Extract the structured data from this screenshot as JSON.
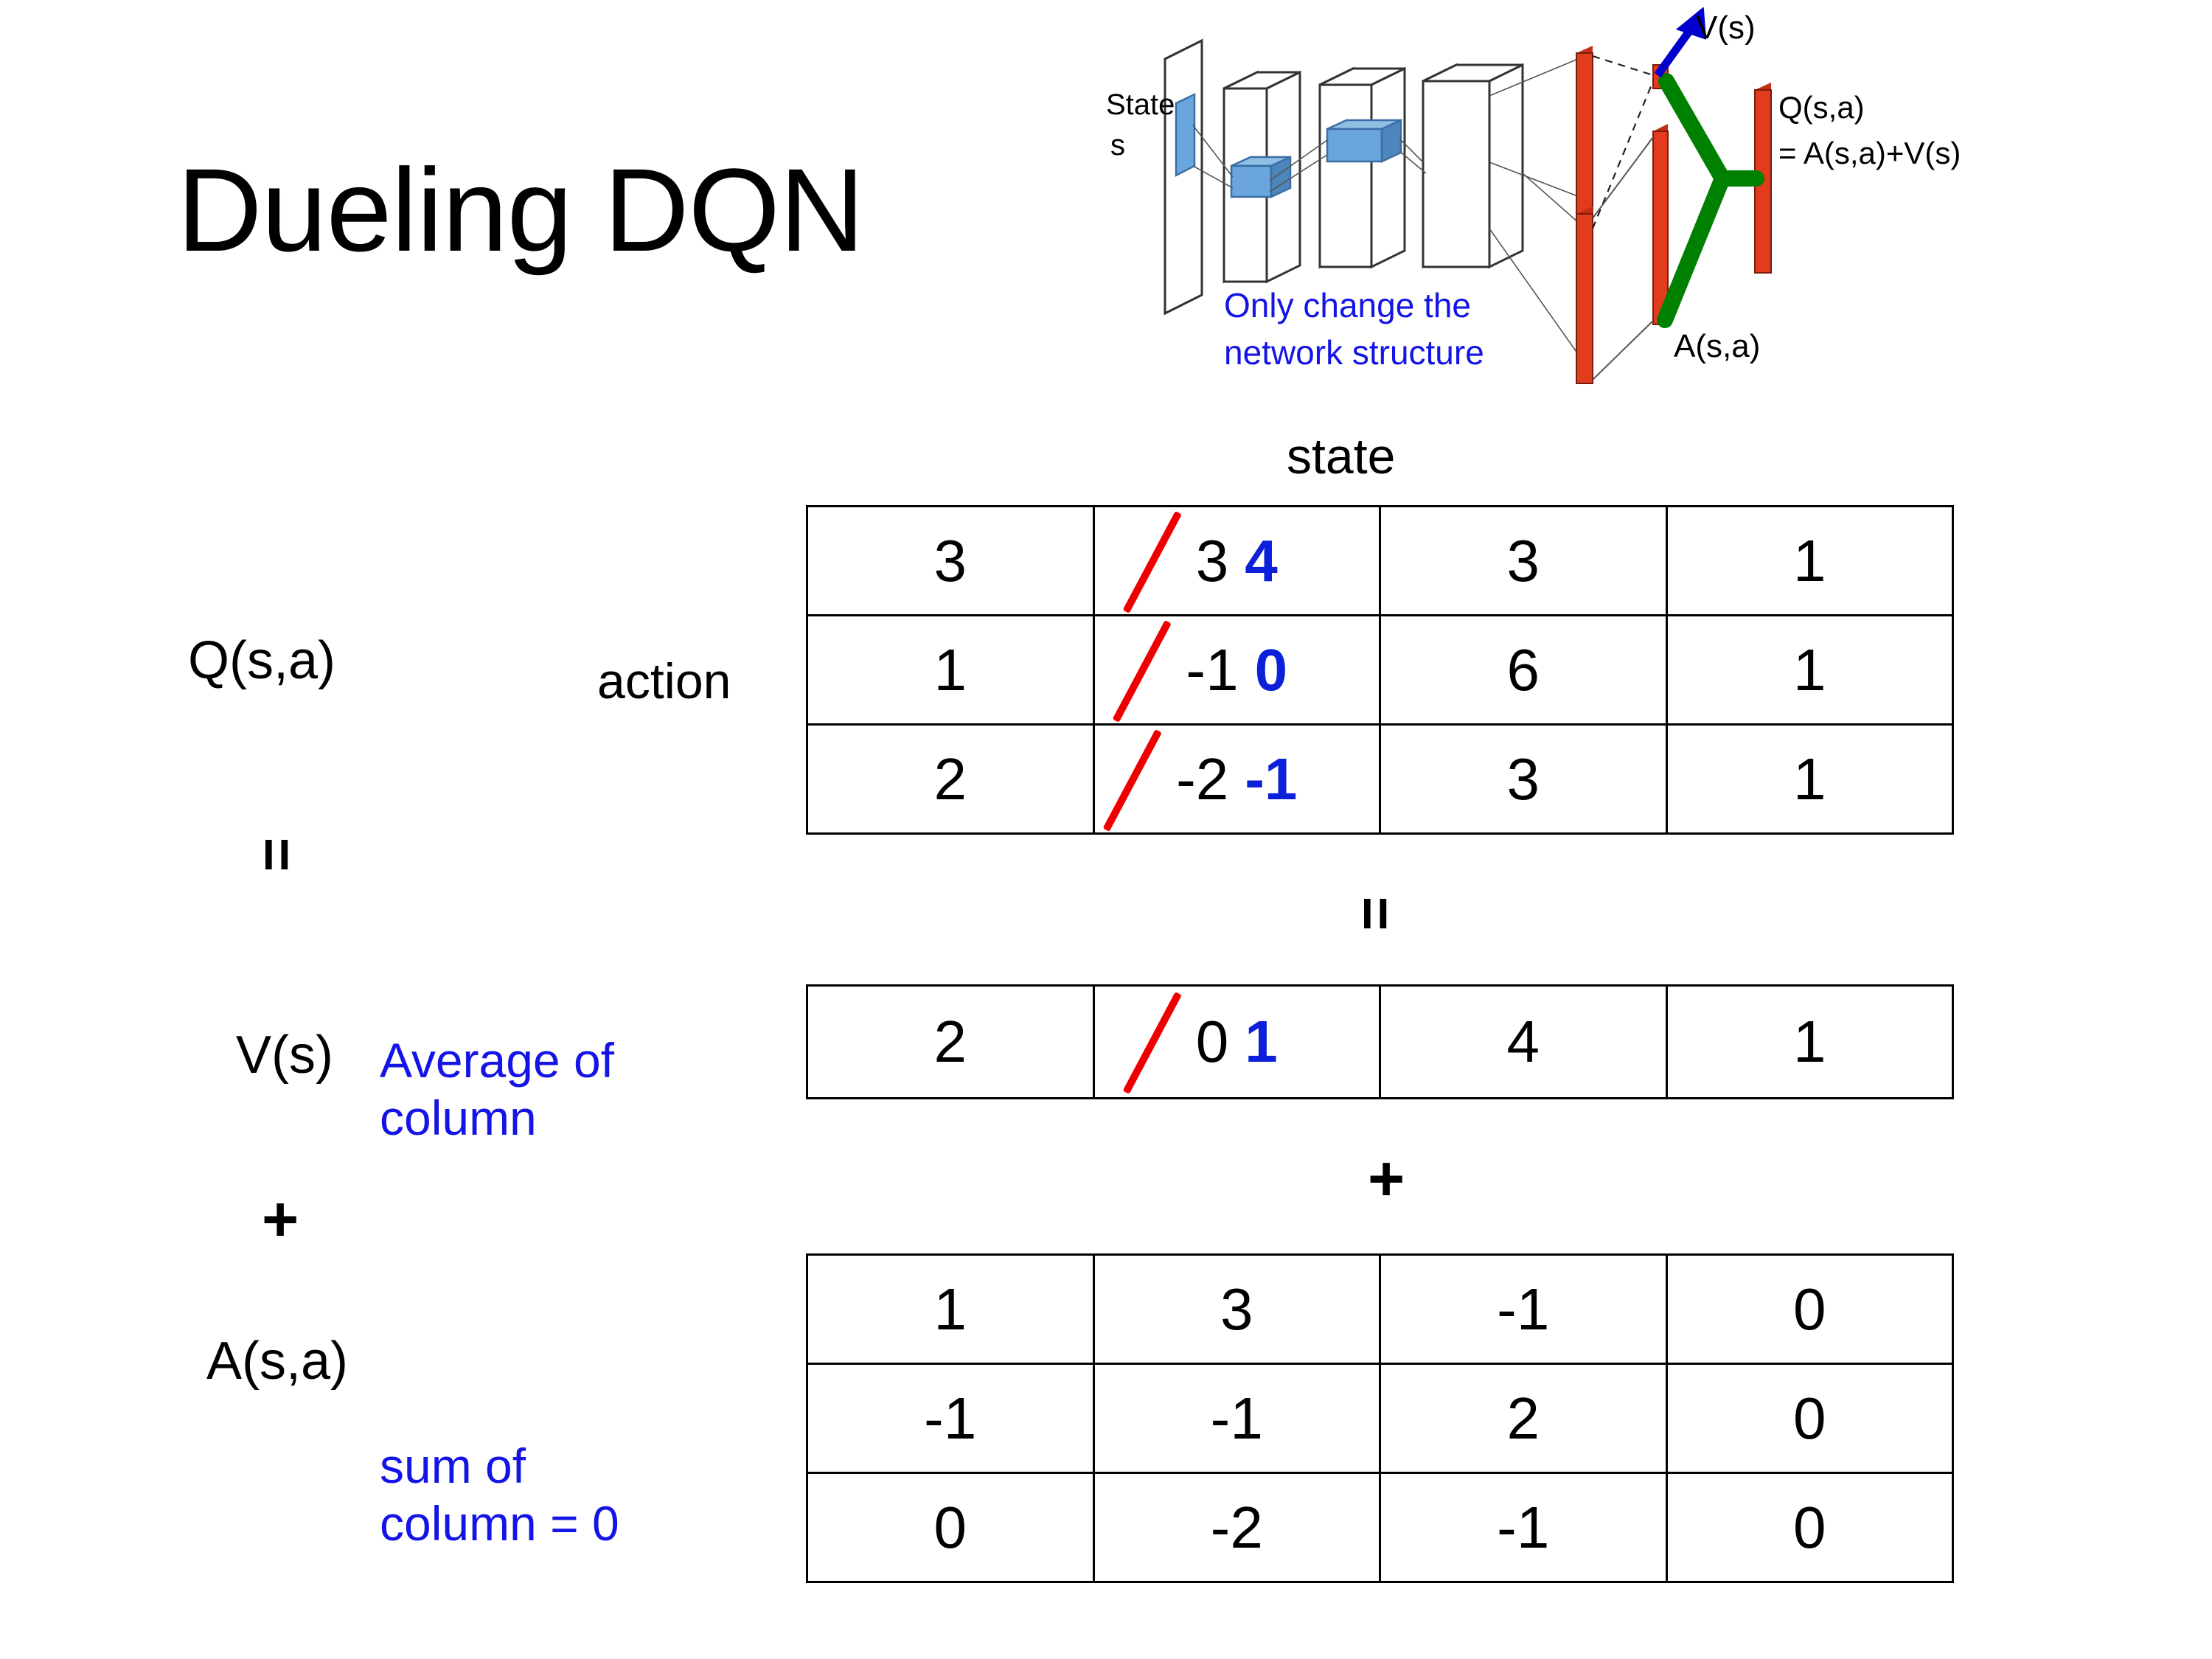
{
  "title": "Dueling DQN",
  "diagram": {
    "state_label_line1": "State",
    "state_label_line2": "s",
    "note": "Only change the\nnetwork structure",
    "note_line1": "Only change the",
    "note_line2": "network structure",
    "v_output": "V(s)",
    "a_output": "A(s,a)",
    "q_output_line1": "Q(s,a)",
    "q_output_line2": "= A(s,a)+V(s)",
    "colors": {
      "note": "#1414e6",
      "arrow": "#0000cc",
      "bars": "#e23b1e",
      "combine": "#008000",
      "conv": "#6aa6dd"
    }
  },
  "labels": {
    "state_header": "state",
    "action": "action",
    "q_label": "Q(s,a)",
    "v_label": "V(s)",
    "a_label": "A(s,a)",
    "equals_1": "=",
    "equals_2": "=",
    "plus_1": "+",
    "plus_2": "+",
    "average_note_line1": "Average of",
    "average_note_line2": "column",
    "sum_note_line1": "sum of",
    "sum_note_line2": "column = 0",
    "annotation_color": "#1414e6",
    "strike_color": "#ee0000",
    "new_value_color": "#0b20d8"
  },
  "chart_data": {
    "type": "table",
    "title": "Dueling DQN value decomposition  Q(s,a) = V(s) + A(s,a)",
    "tables": [
      {
        "name": "Q(s,a)",
        "row_axis": "action",
        "column_axis": "state",
        "rows": [
          [
            {
              "value": "3"
            },
            {
              "value": "3",
              "struck": true,
              "new_value": "4"
            },
            {
              "value": "3"
            },
            {
              "value": "1"
            }
          ],
          [
            {
              "value": "1"
            },
            {
              "value": "-1",
              "struck": true,
              "new_value": "0"
            },
            {
              "value": "6"
            },
            {
              "value": "1"
            }
          ],
          [
            {
              "value": "2"
            },
            {
              "value": "-2",
              "struck": true,
              "new_value": "-1"
            },
            {
              "value": "3"
            },
            {
              "value": "1"
            }
          ]
        ]
      },
      {
        "name": "V(s)",
        "rows": [
          [
            {
              "value": "2"
            },
            {
              "value": "0",
              "struck": true,
              "new_value": "1"
            },
            {
              "value": "4"
            },
            {
              "value": "1"
            }
          ]
        ]
      },
      {
        "name": "A(s,a)",
        "rows": [
          [
            {
              "value": "1"
            },
            {
              "value": "3"
            },
            {
              "value": "-1"
            },
            {
              "value": "0"
            }
          ],
          [
            {
              "value": "-1"
            },
            {
              "value": "-1"
            },
            {
              "value": "2"
            },
            {
              "value": "0"
            }
          ],
          [
            {
              "value": "0"
            },
            {
              "value": "-2"
            },
            {
              "value": "-1"
            },
            {
              "value": "0"
            }
          ]
        ]
      }
    ]
  }
}
